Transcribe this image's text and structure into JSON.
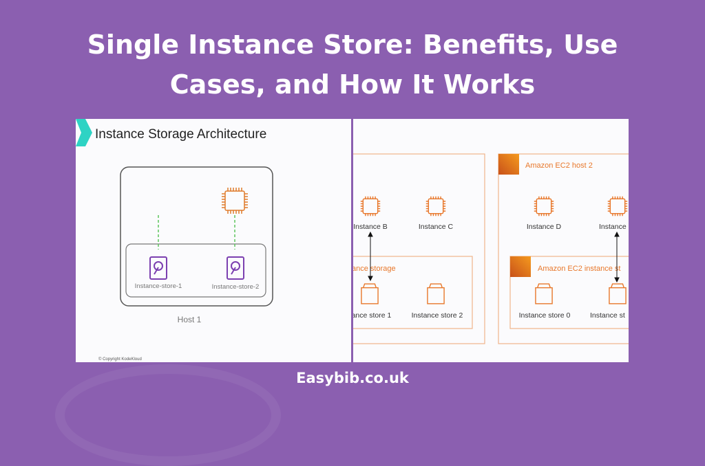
{
  "title": {
    "line1": "Single Instance Store: Benefits, Use",
    "line2": "Cases, and How It Works"
  },
  "left_diagram": {
    "heading": "Instance Storage Architecture",
    "stores": [
      "Instance-store-1",
      "Instance-store-2"
    ],
    "host_label": "Host 1",
    "copyright": "© Copyright KodeKloud",
    "colors": {
      "accent": "#2ed3c4",
      "cpu": "#e07b2a",
      "disk": "#7b3fb0",
      "link": "#5cc45c"
    }
  },
  "right_diagram": {
    "storage_label_partial": "ance storage",
    "instances_host1": [
      "Instance B",
      "Instance C"
    ],
    "stores_host1": [
      "tance store 1",
      "Instance store 2"
    ],
    "host2_label": "Amazon EC2 host 2",
    "instances_host2": [
      "Instance D",
      "Instance"
    ],
    "storage2_label": "Amazon EC2 instance st",
    "stores_host2": [
      "Instance store 0",
      "Instance st"
    ],
    "colors": {
      "orange": "#e8772a",
      "box": "#f0b58a"
    }
  },
  "footer": {
    "site": "Easybib.co.uk"
  }
}
